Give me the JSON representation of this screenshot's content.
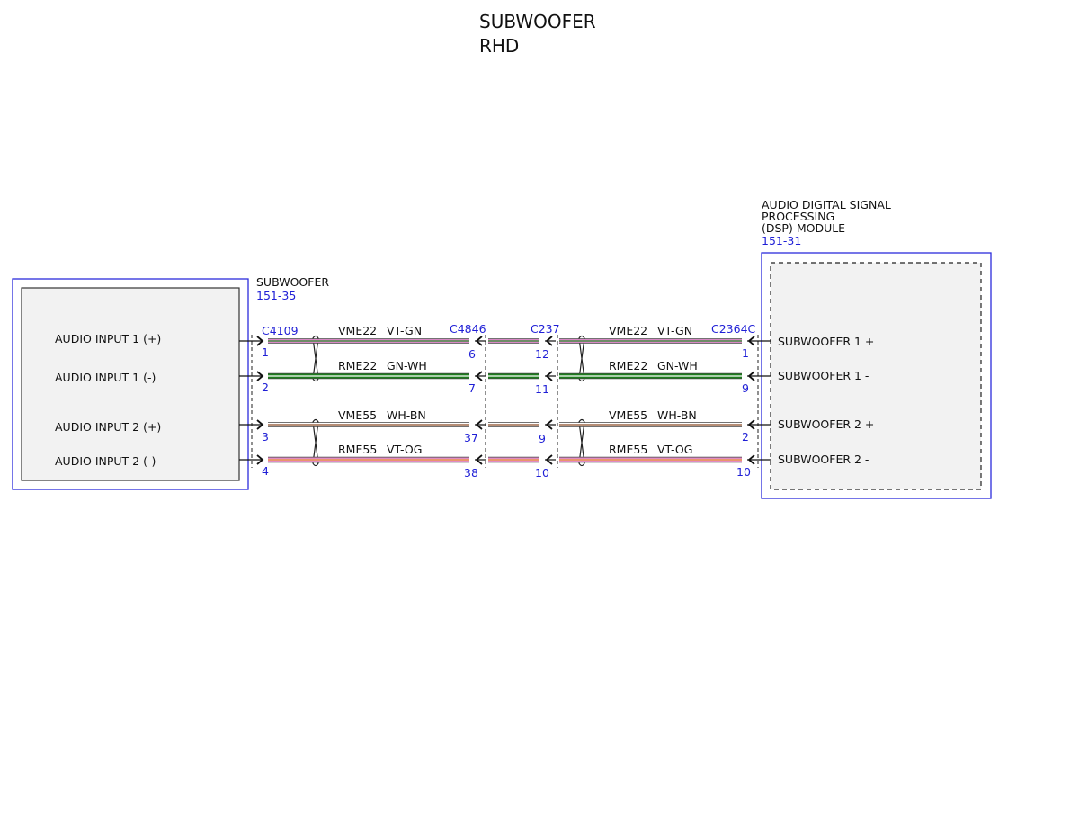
{
  "title": {
    "line1": "SUBWOOFER",
    "line2": "RHD"
  },
  "colors": {
    "frame": "#2b2bdc",
    "module_fill": "#f2f2f2",
    "VT-GN_base": "#d987c6",
    "VT-GN_stripe": "#2f8f2f",
    "GN-WH_base": "#1e7d1e",
    "GN-WH_stripe": "#ffffff",
    "WH-BN_base": "#ffffff",
    "WH-BN_stripe": "#8b4a25",
    "VT-OG_base": "#e08cc3",
    "VT-OG_stripe": "#ee9a3a"
  },
  "left_module": {
    "name": "SUBWOOFER",
    "ref": "151-35",
    "pins": [
      "AUDIO INPUT 1 (+)",
      "AUDIO INPUT 1 (-)",
      "AUDIO INPUT 2 (+)",
      "AUDIO INPUT 2 (-)"
    ]
  },
  "right_module": {
    "name_lines": [
      "AUDIO DIGITAL SIGNAL",
      "PROCESSING",
      "(DSP) MODULE"
    ],
    "ref": "151-31",
    "pins": [
      "SUBWOOFER 1 +",
      "SUBWOOFER 1 -",
      "SUBWOOFER 2 +",
      "SUBWOOFER 2 -"
    ]
  },
  "connectors": [
    {
      "id": "C4109",
      "pins": [
        "1",
        "2",
        "3",
        "4"
      ]
    },
    {
      "id": "C4846",
      "pins": [
        "6",
        "7",
        "37",
        "38"
      ]
    },
    {
      "id": "C237",
      "pins": [
        "12",
        "11",
        "9",
        "10"
      ]
    },
    {
      "id": "C2364C",
      "pins": [
        "1",
        "9",
        "2",
        "10"
      ]
    }
  ],
  "wires": [
    {
      "circuit": "VME22",
      "color": "VT-GN"
    },
    {
      "circuit": "RME22",
      "color": "GN-WH"
    },
    {
      "circuit": "VME55",
      "color": "WH-BN"
    },
    {
      "circuit": "RME55",
      "color": "VT-OG"
    }
  ]
}
